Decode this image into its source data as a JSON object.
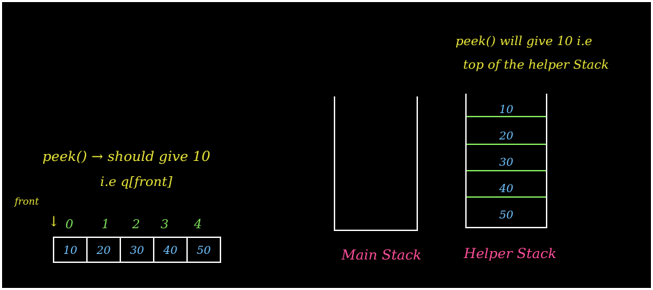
{
  "notes": {
    "front_label": "front",
    "peek_queue_line1": "peek() → should give 10",
    "peek_queue_line2": "i.e q[front]",
    "peek_stack_line1": "peek() will give 10 i.e",
    "peek_stack_line2": "top of the helper Stack"
  },
  "queue": {
    "indices": [
      "0",
      "1",
      "2",
      "3",
      "4"
    ],
    "cells": [
      "10",
      "20",
      "30",
      "40",
      "50"
    ],
    "arrow": "↓"
  },
  "stacks": {
    "main_label": "Main Stack",
    "helper_label": "Helper Stack",
    "helper_items": [
      "10",
      "20",
      "30",
      "40",
      "50"
    ]
  },
  "colors": {
    "background": "#000000",
    "note_text": "#e8e63a",
    "index_text": "#7ee05a",
    "value_text": "#6fc3ff",
    "stack_labels": "#ff4f9a",
    "dividers": "#7ee05a"
  }
}
